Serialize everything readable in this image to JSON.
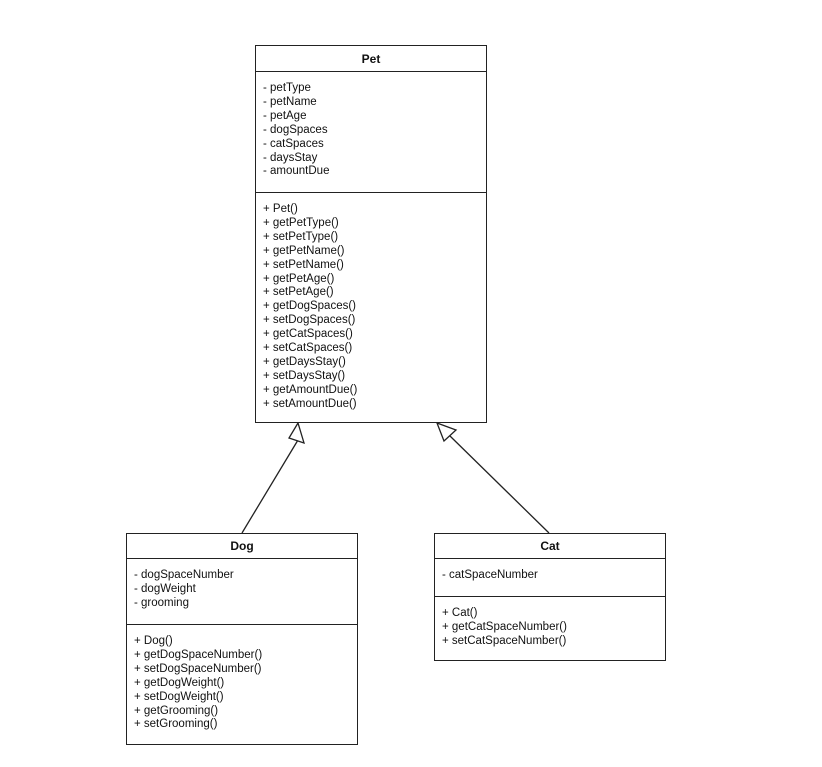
{
  "classes": {
    "pet": {
      "name": "Pet",
      "attributes": [
        "- petType",
        "- petName",
        "- petAge",
        "- dogSpaces",
        "- catSpaces",
        "- daysStay",
        "- amountDue"
      ],
      "methods": [
        "+ Pet()",
        "+ getPetType()",
        "+ setPetType()",
        "+ getPetName()",
        "+ setPetName()",
        "+ getPetAge()",
        "+ setPetAge()",
        "+ getDogSpaces()",
        "+ setDogSpaces()",
        "+ getCatSpaces()",
        "+ setCatSpaces()",
        "+ getDaysStay()",
        "+ setDaysStay()",
        "+ getAmountDue()",
        "+ setAmountDue()"
      ]
    },
    "dog": {
      "name": "Dog",
      "attributes": [
        "- dogSpaceNumber",
        "- dogWeight",
        "- grooming"
      ],
      "methods": [
        "+ Dog()",
        "+ getDogSpaceNumber()",
        "+ setDogSpaceNumber()",
        "+ getDogWeight()",
        "+ setDogWeight()",
        "+ getGrooming()",
        "+ setGrooming()"
      ]
    },
    "cat": {
      "name": "Cat",
      "attributes": [
        "- catSpaceNumber"
      ],
      "methods": [
        "+ Cat()",
        "+ getCatSpaceNumber()",
        "+ setCatSpaceNumber()"
      ]
    }
  },
  "relations": [
    {
      "type": "inheritance",
      "from": "Dog",
      "to": "Pet"
    },
    {
      "type": "inheritance",
      "from": "Cat",
      "to": "Pet"
    }
  ],
  "colors": {
    "line": "#222222",
    "background": "#ffffff"
  }
}
